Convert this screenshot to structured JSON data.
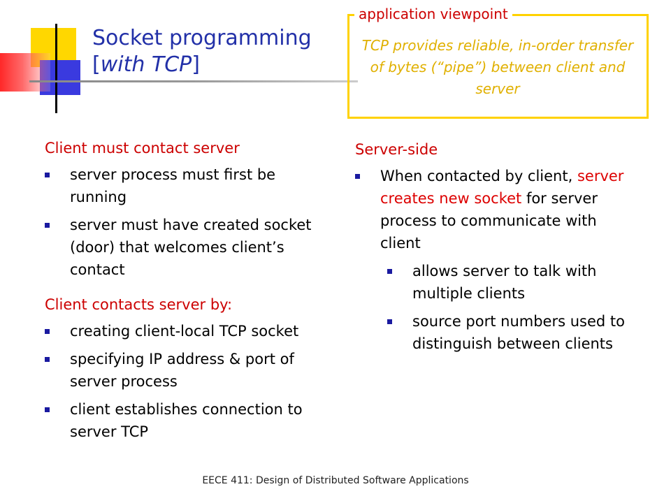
{
  "title": {
    "line1": "Socket programming",
    "line2_open": "[",
    "line2_italic": "with TCP",
    "line2_close": "]"
  },
  "callout": {
    "label": "application viewpoint",
    "text": "TCP provides reliable, in-order transfer of bytes (“pipe”) between client and server"
  },
  "left": {
    "heading1": "Client must contact server",
    "bullets1": [
      "server process must first be running",
      "server must have created socket (door) that welcomes client’s contact"
    ],
    "heading2": "Client contacts server by:",
    "bullets2": [
      "creating client-local TCP socket",
      "specifying IP address & port of server process",
      "client establishes connection to server TCP"
    ]
  },
  "right": {
    "heading": "Server-side",
    "bullet_pre": "When contacted by client, ",
    "bullet_red": "server creates new socket",
    "bullet_post": " for server process to communicate with client",
    "sub_bullets": [
      "allows server to talk with multiple clients",
      "source port numbers used to distinguish between clients"
    ]
  },
  "footer": "EECE 411: Design of Distributed Software Applications",
  "colors": {
    "title": "#2230a8",
    "heading": "#cc0000",
    "callout_text": "#e0b000",
    "callout_border": "#ffd200",
    "bullet": "#1a1aa0"
  }
}
